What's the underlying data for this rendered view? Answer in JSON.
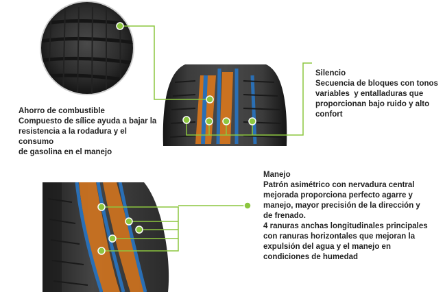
{
  "colors": {
    "accent_green": "#8cc63f",
    "tire_dark": "#1e1e1e",
    "tire_mid": "#3a3a3a",
    "groove_blue": "#2a6fb5",
    "tread_orange": "#d9771c"
  },
  "fuel": {
    "title": "Ahorro de combustible",
    "lines": [
      "Compuesto de sílice ayuda a bajar la",
      "resistencia a la rodadura y el consumo",
      "de gasolina en el manejo"
    ]
  },
  "silence": {
    "title": "Silencio",
    "lines": [
      "Secuencia de bloques con tonos",
      "variables  y entalladuras que",
      "proporcionan bajo ruido y alto",
      "confort"
    ]
  },
  "handling": {
    "title": "Manejo",
    "lines": [
      "Patrón asimétrico con nervadura central",
      "mejorada proporciona perfecto agarre y",
      "manejo, mayor precisión de la dirección y",
      "de frenado.",
      "4 ranuras anchas longitudinales principales",
      "con ranuras horizontales que mejoran la",
      "expulsión del agua y el manejo en",
      "condiciones de humedad"
    ]
  },
  "icons": {
    "callout_dot": "callout-dot-icon",
    "tire_zoom": "tire-zoom-circle-icon",
    "tire_front": "tire-front-view-icon",
    "tire_angle": "tire-angle-view-icon"
  }
}
